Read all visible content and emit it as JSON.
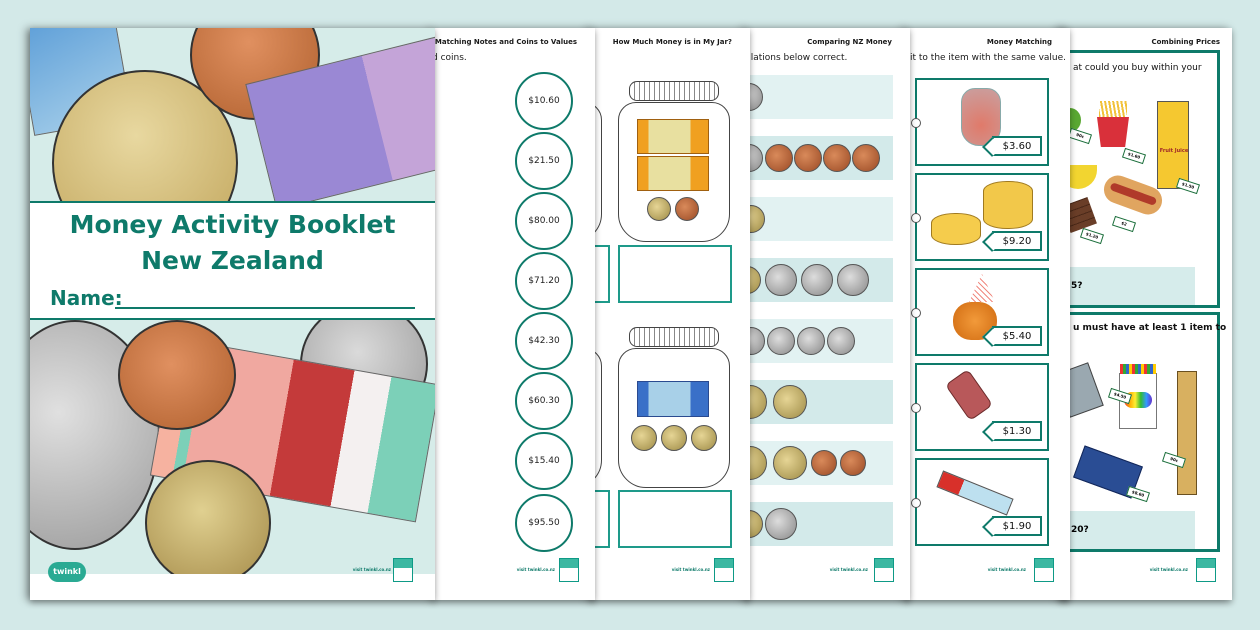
{
  "cover": {
    "title": "Money Activity Booklet",
    "subtitle": "New Zealand",
    "name_label": "Name:",
    "brand": "twinkl",
    "footer_url": "visit twinkl.co.nz"
  },
  "pages": [
    {
      "title": "Matching Notes and Coins to Values",
      "instruction": "d coins.",
      "values": [
        "$10.60",
        "$21.50",
        "$80.00",
        "$71.20",
        "$42.30",
        "$60.30",
        "$15.40",
        "$95.50"
      ],
      "footer_url": "visit twinkl.co.nz"
    },
    {
      "title": "How Much Money is in My Jar?",
      "jars": [
        {
          "notes": [
            "$5",
            "$5"
          ],
          "coins": [
            "$2",
            "10c"
          ]
        },
        {
          "notes": [
            "$10"
          ],
          "coins": [
            "$1",
            "$1",
            "$2"
          ]
        }
      ],
      "footer_url": "visit twinkl.co.nz"
    },
    {
      "title": "Comparing NZ Money",
      "instruction": "ulations below correct.",
      "rows": [
        {
          "coins": [
            "silver"
          ]
        },
        {
          "coins": [
            "silver",
            "copper",
            "copper",
            "copper",
            "copper"
          ]
        },
        {
          "coins": [
            "gold"
          ]
        },
        {
          "coins": [
            "gold",
            "silver",
            "silver",
            "silver"
          ]
        },
        {
          "coins": [
            "silver",
            "silver",
            "silver",
            "silver"
          ]
        },
        {
          "coins": [
            "gold",
            "gold"
          ]
        },
        {
          "coins": [
            "gold",
            "gold",
            "copper",
            "copper"
          ]
        },
        {
          "coins": [
            "gold",
            "silver"
          ]
        }
      ],
      "footer_url": "visit twinkl.co.nz"
    },
    {
      "title": "Money Matching",
      "instruction": "it to the item with the same value.",
      "items": [
        {
          "name": "bag of potatoes",
          "price": "$3.60"
        },
        {
          "name": "cheese",
          "price": "$9.20"
        },
        {
          "name": "bag of oranges",
          "price": "$5.40"
        },
        {
          "name": "ice block",
          "price": "$1.30"
        },
        {
          "name": "toothpaste",
          "price": "$1.90"
        }
      ],
      "footer_url": "visit twinkl.co.nz"
    },
    {
      "title": "Combining Prices",
      "q1": "at could you buy within your",
      "q1_answer": "5?",
      "q1_items": [
        {
          "name": "apple",
          "tag": "90c"
        },
        {
          "name": "fries",
          "tag": "$1.60"
        },
        {
          "name": "fruit juice",
          "tag": "$1.50"
        },
        {
          "name": "bananas",
          "tag": ""
        },
        {
          "name": "chocolate",
          "tag": "$1.20"
        },
        {
          "name": "hot dog",
          "tag": "$2"
        }
      ],
      "juice_label": "Fruit Juice",
      "q2": "u must have at least 1 item to",
      "q2_answer": "20?",
      "q2_items": [
        {
          "name": "calculator",
          "tag": ""
        },
        {
          "name": "coloured pencils",
          "tag": "$4.50"
        },
        {
          "name": "ruler",
          "tag": "90c"
        },
        {
          "name": "dictionary",
          "tag": "$8.60"
        }
      ],
      "footer_url": "visit twinkl.co.nz"
    }
  ],
  "colors": {
    "background": "#d3e9e8",
    "brand_teal": "#0e7a6a",
    "answer_fill": "#d6eceb"
  }
}
